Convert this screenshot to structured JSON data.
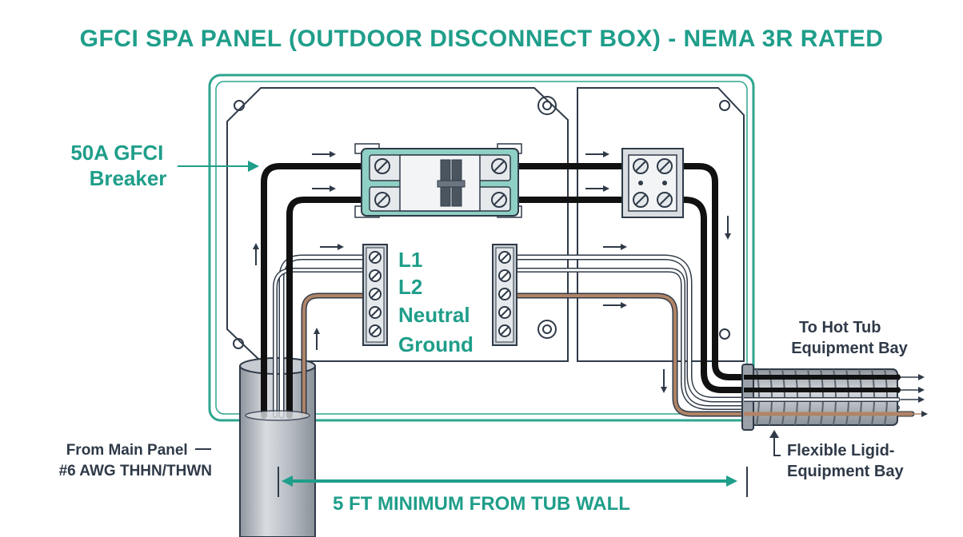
{
  "title": "GFCI SPA PANEL (OUTDOOR DISCONNECT BOX) - NEMA 3R RATED",
  "labels": {
    "breaker_line1": "50A GFCI",
    "breaker_line2": "Breaker",
    "terminal_l1": "L1",
    "terminal_l2": "L2",
    "terminal_neutral": "Neutral",
    "terminal_ground": "Ground",
    "to_hot_tub_line1": "To Hot Tub",
    "to_hot_tub_line2": "Equipment Bay",
    "from_main_line1": "From Main Panel",
    "from_main_line2": "#6 AWG THHN/THWN",
    "flexible_line1": "Flexible Ligid-",
    "flexible_line2": "Equipment Bay",
    "distance": "5 FT MINIMUM FROM TUB WALL"
  },
  "colors": {
    "teal": "#1f9e8a",
    "enclosure": "#2ea58f",
    "outline": "#2f3a48",
    "hot_wire": "#111111",
    "ground_wire": "#b08466",
    "conduit": "#b8bec6",
    "label_dark": "#2f3a48"
  }
}
